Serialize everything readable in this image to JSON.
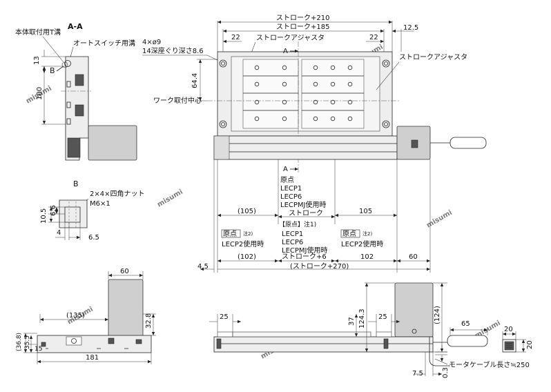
{
  "watermark": "misumi",
  "section_view": {
    "title": "A-A",
    "t_slot_label": "本体取付用T溝",
    "auto_switch_label": "オートスイッチ用溝",
    "detail_marker": "B",
    "dim_13": "13",
    "dim_100": "100"
  },
  "detail_b": {
    "title": "B",
    "nut_label": "2×4×四角ナット",
    "thread_label": "M6×1",
    "dim_10_5": "10.5",
    "dim_6_6": "6.6",
    "dim_4": "4",
    "dim_6_5": "6.5"
  },
  "top_view": {
    "stroke_210": "ストローク+210",
    "stroke_185": "ストローク+185",
    "dim_12_5": "12.5",
    "dim_22_left": "22",
    "dim_22_right": "22",
    "stroke_adjuster_top": "ストロークアジャスタ",
    "stroke_adjuster_right": "ストロークアジャスタ",
    "hole_spec_line1": "4×ø9",
    "hole_spec_line2": "14深座ぐり深さ8.6",
    "dim_64_4": "64.4",
    "work_center": "ワーク取付中心",
    "section_top": "A",
    "section_bottom": "A",
    "origin_title": "原点",
    "origin_lecp1": "LECP1",
    "origin_lecp6": "LECP6",
    "origin_lecpmj": "LECPMJ使用時",
    "dim_105_left": "(105)",
    "dim_105_right": "105",
    "stroke_label": "ストローク",
    "origin_note": "【原点】注1)",
    "origin_box_left": "原点",
    "note2_left": "注2)",
    "lecp2_left": "LECP2使用時",
    "origin_box_right": "原点",
    "note2_right": "注2)",
    "lecp2_right": "LECP2使用時",
    "origin2_lecp1": "LECP1",
    "origin2_lecp6": "LECP6",
    "origin2_lecpmj": "LECPMJ使用時",
    "dim_102_left": "(102)",
    "stroke_plus_6": "ストローク+6",
    "dim_102_right": "102",
    "dim_60_right": "60",
    "dim_4_5": "4.5",
    "stroke_270": "(ストローク+270)"
  },
  "end_view": {
    "dim_60": "60",
    "dim_135": "(135)",
    "dim_32_8": "32.8",
    "dim_36_8": "(36.8)",
    "dim_35_5": "35.5",
    "dim_15": "15",
    "dim_181": "181"
  },
  "side_view": {
    "dim_25_left": "25",
    "dim_37": "37",
    "dim_124_3": "124.3",
    "dim_25_right": "25",
    "dim_124": "(124)",
    "dim_65": "65",
    "dim_7_5": "7.5",
    "dim_0_3": "0.3",
    "cable_length": "モータケーブル長さ≒250"
  },
  "connector_view": {
    "dim_20_w": "20",
    "dim_20_h": "20"
  }
}
